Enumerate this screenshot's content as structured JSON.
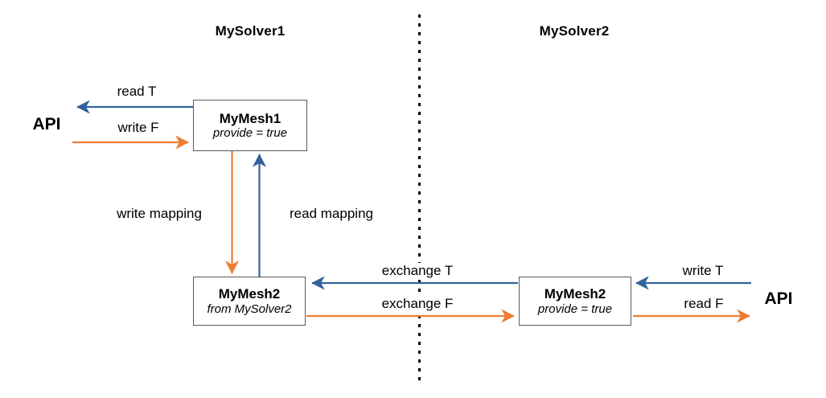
{
  "diagram": {
    "title_region": {
      "solvers": [
        {
          "name": "solver1",
          "label": "MySolver1"
        },
        {
          "name": "solver2",
          "label": "MySolver2"
        }
      ]
    },
    "endpoints": [
      {
        "name": "api-left",
        "label": "API"
      },
      {
        "name": "api-right",
        "label": "API"
      }
    ],
    "nodes": [
      {
        "id": "mymesh1",
        "title": "MyMesh1",
        "subtitle": "provide = true"
      },
      {
        "id": "mymesh2-left",
        "title": "MyMesh2",
        "subtitle": "from MySolver2"
      },
      {
        "id": "mymesh2-right",
        "title": "MyMesh2",
        "subtitle": "provide = true"
      }
    ],
    "edges": [
      {
        "id": "read-t",
        "label": "read T",
        "color": "#31629C",
        "direction": "left"
      },
      {
        "id": "write-f",
        "label": "write F",
        "color": "#ED7D31",
        "direction": "right"
      },
      {
        "id": "write-mapping",
        "label": "write mapping",
        "color": "#ED7D31",
        "direction": "down"
      },
      {
        "id": "read-mapping",
        "label": "read mapping",
        "color": "#31629C",
        "direction": "up"
      },
      {
        "id": "exchange-t",
        "label": "exchange T",
        "color": "#31629C",
        "direction": "left"
      },
      {
        "id": "exchange-f",
        "label": "exchange F",
        "color": "#ED7D31",
        "direction": "right"
      },
      {
        "id": "write-t",
        "label": "write T",
        "color": "#31629C",
        "direction": "left"
      },
      {
        "id": "read-f",
        "label": "read F",
        "color": "#ED7D31",
        "direction": "right"
      }
    ],
    "divider": {
      "name": "participant-divider",
      "style": "dotted",
      "color": "#000000"
    },
    "colors": {
      "orange": "#ED7D31",
      "blue": "#31629C",
      "box_border": "#595959",
      "text": "#000000",
      "background": "#ffffff"
    }
  }
}
